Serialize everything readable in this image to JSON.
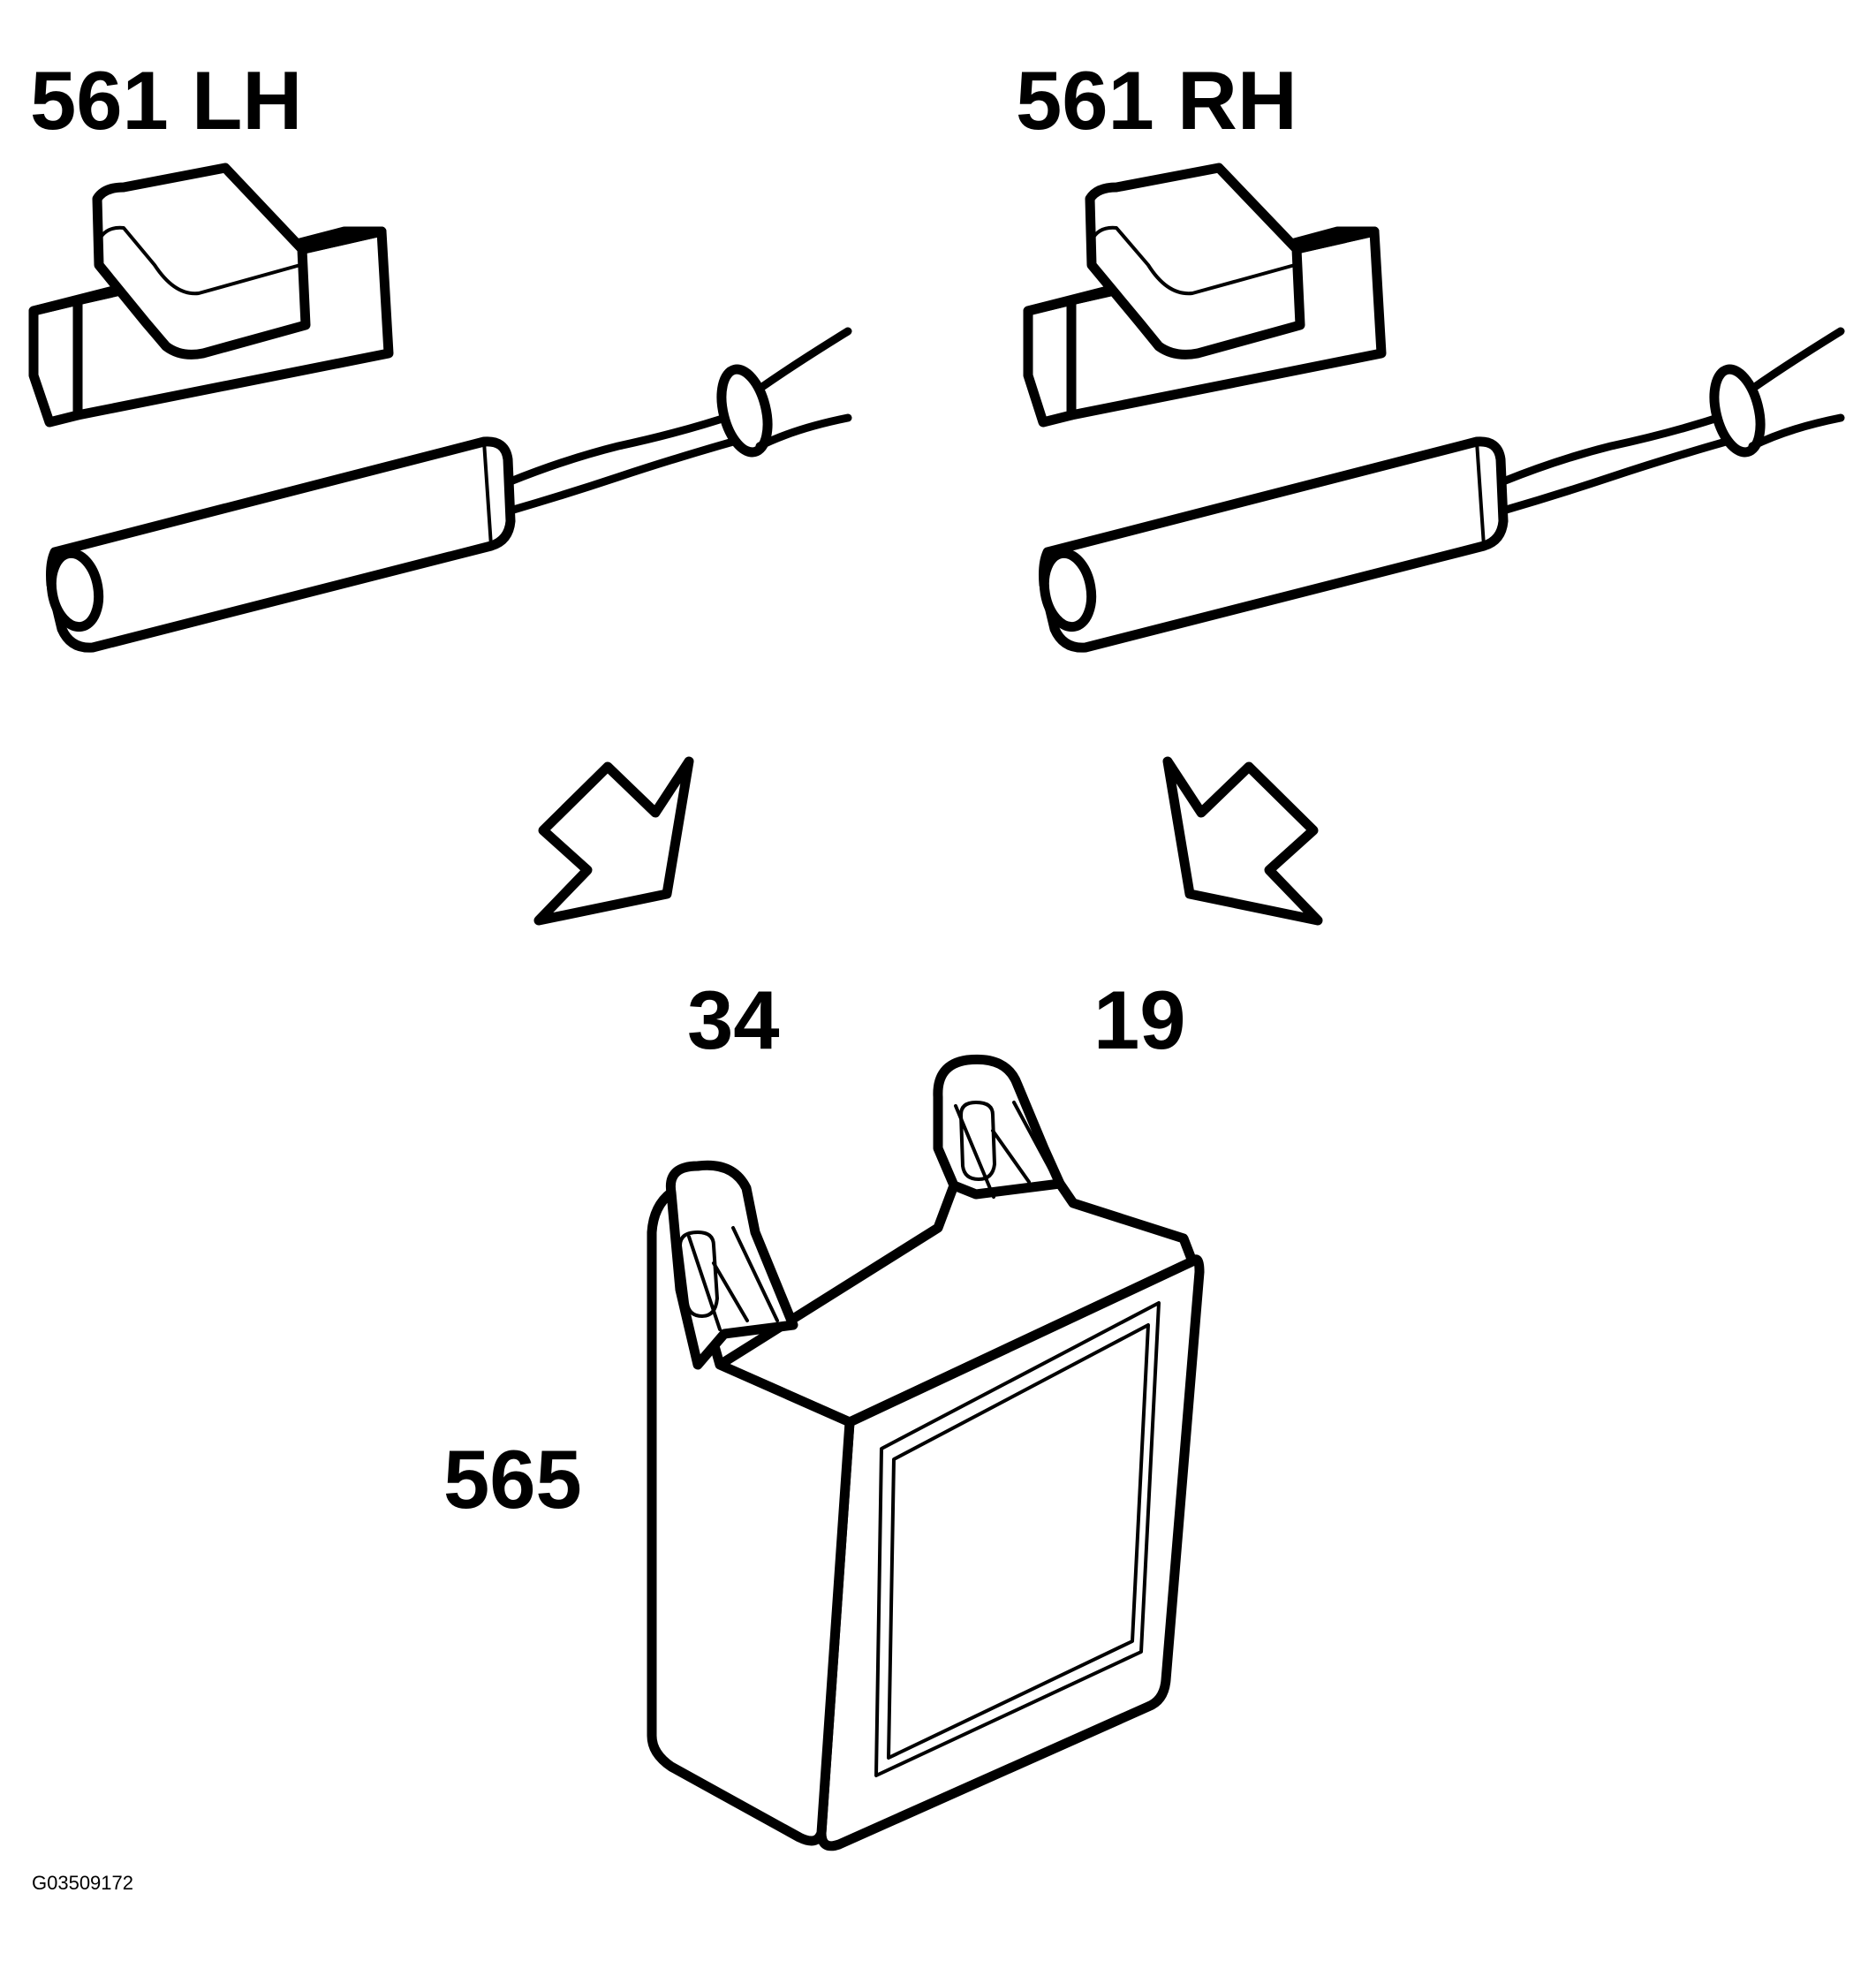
{
  "labels": {
    "left_sensor": "561 LH",
    "right_sensor": "561 RH",
    "left_pin": "34",
    "right_pin": "19",
    "module": "565",
    "figure_code": "G03509172"
  },
  "colors": {
    "ink": "#000000",
    "background": "#ffffff"
  }
}
